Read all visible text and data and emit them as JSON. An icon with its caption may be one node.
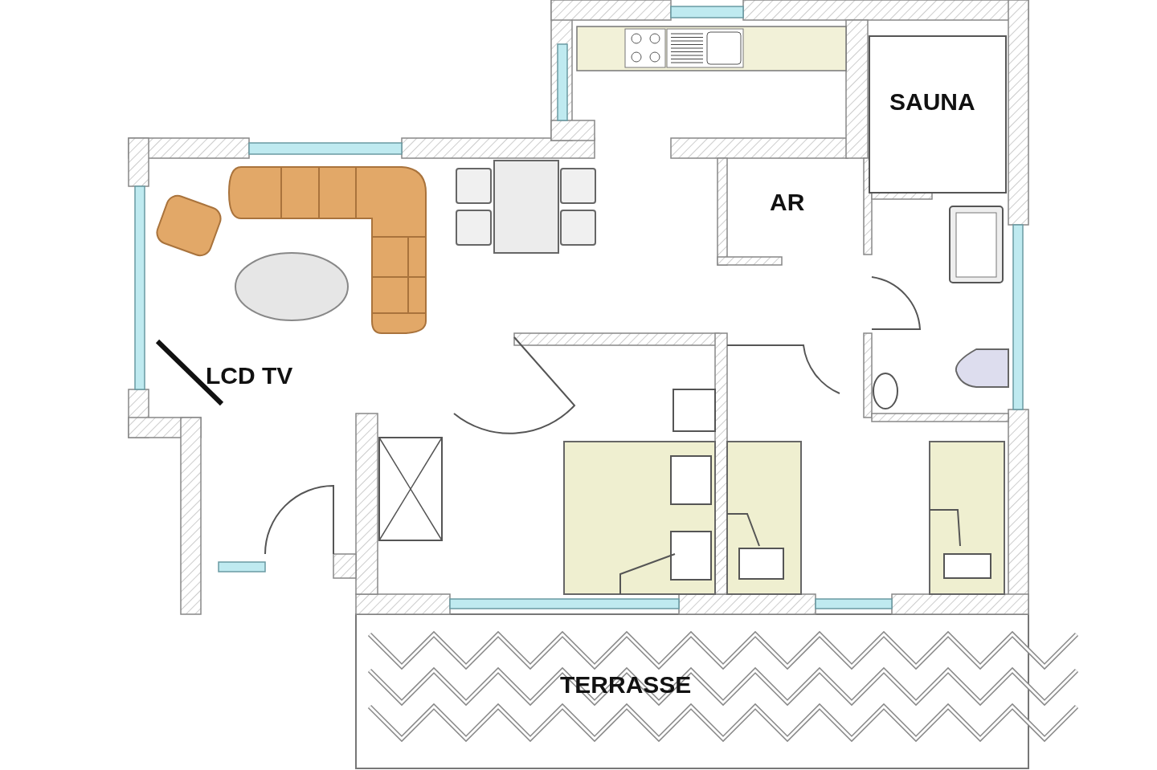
{
  "diagram": {
    "labels": [
      "SAUNA",
      "AR",
      "LCD TV",
      "TERRASSE"
    ]
  }
}
